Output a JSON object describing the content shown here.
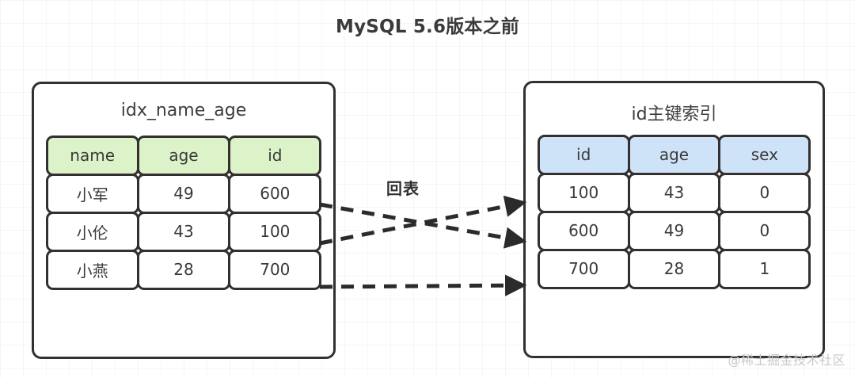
{
  "title": "MySQL 5.6版本之前",
  "left_panel": {
    "name": "idx_name_age",
    "header_color": "#dcf3c9",
    "columns": [
      "name",
      "age",
      "id"
    ],
    "rows": [
      [
        "小军",
        "49",
        "600"
      ],
      [
        "小伦",
        "43",
        "100"
      ],
      [
        "小燕",
        "28",
        "700"
      ]
    ]
  },
  "right_panel": {
    "name": "id主键索引",
    "header_color": "#cee3f8",
    "columns": [
      "id",
      "age",
      "sex"
    ],
    "rows": [
      [
        "100",
        "43",
        "0"
      ],
      [
        "600",
        "49",
        "0"
      ],
      [
        "700",
        "28",
        "1"
      ]
    ]
  },
  "arrows": {
    "label": "回表",
    "color": "#2b2b2b",
    "connections": [
      {
        "from_row": 1,
        "to_row": 2,
        "from_value": "600",
        "to_value": "600"
      },
      {
        "from_row": 2,
        "to_row": 1,
        "from_value": "100",
        "to_value": "100"
      },
      {
        "from_row": 3,
        "to_row": 3,
        "from_value": "700",
        "to_value": "700"
      }
    ]
  },
  "watermark": "@稀土掘金技术社区"
}
